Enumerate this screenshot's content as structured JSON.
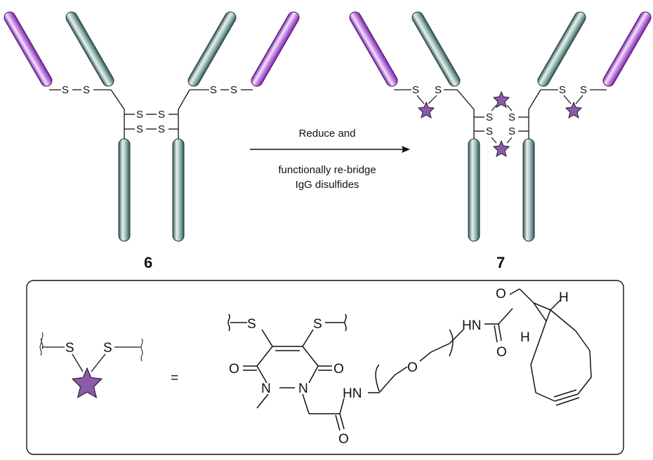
{
  "compounds": {
    "left": "6",
    "right": "7"
  },
  "arrow": {
    "top_text": "Reduce and",
    "bottom_line1": "functionally re-bridge",
    "bottom_line2": "IgG disulfides"
  },
  "atoms": {
    "S": "S",
    "O": "O",
    "N": "N",
    "H": "H",
    "HN": "HN",
    "equals": "="
  },
  "colors": {
    "heavy_chain": "#3f6f6c",
    "light_chain": "#9b3fc4",
    "star": "#8b5aa8",
    "line": "#111111"
  }
}
